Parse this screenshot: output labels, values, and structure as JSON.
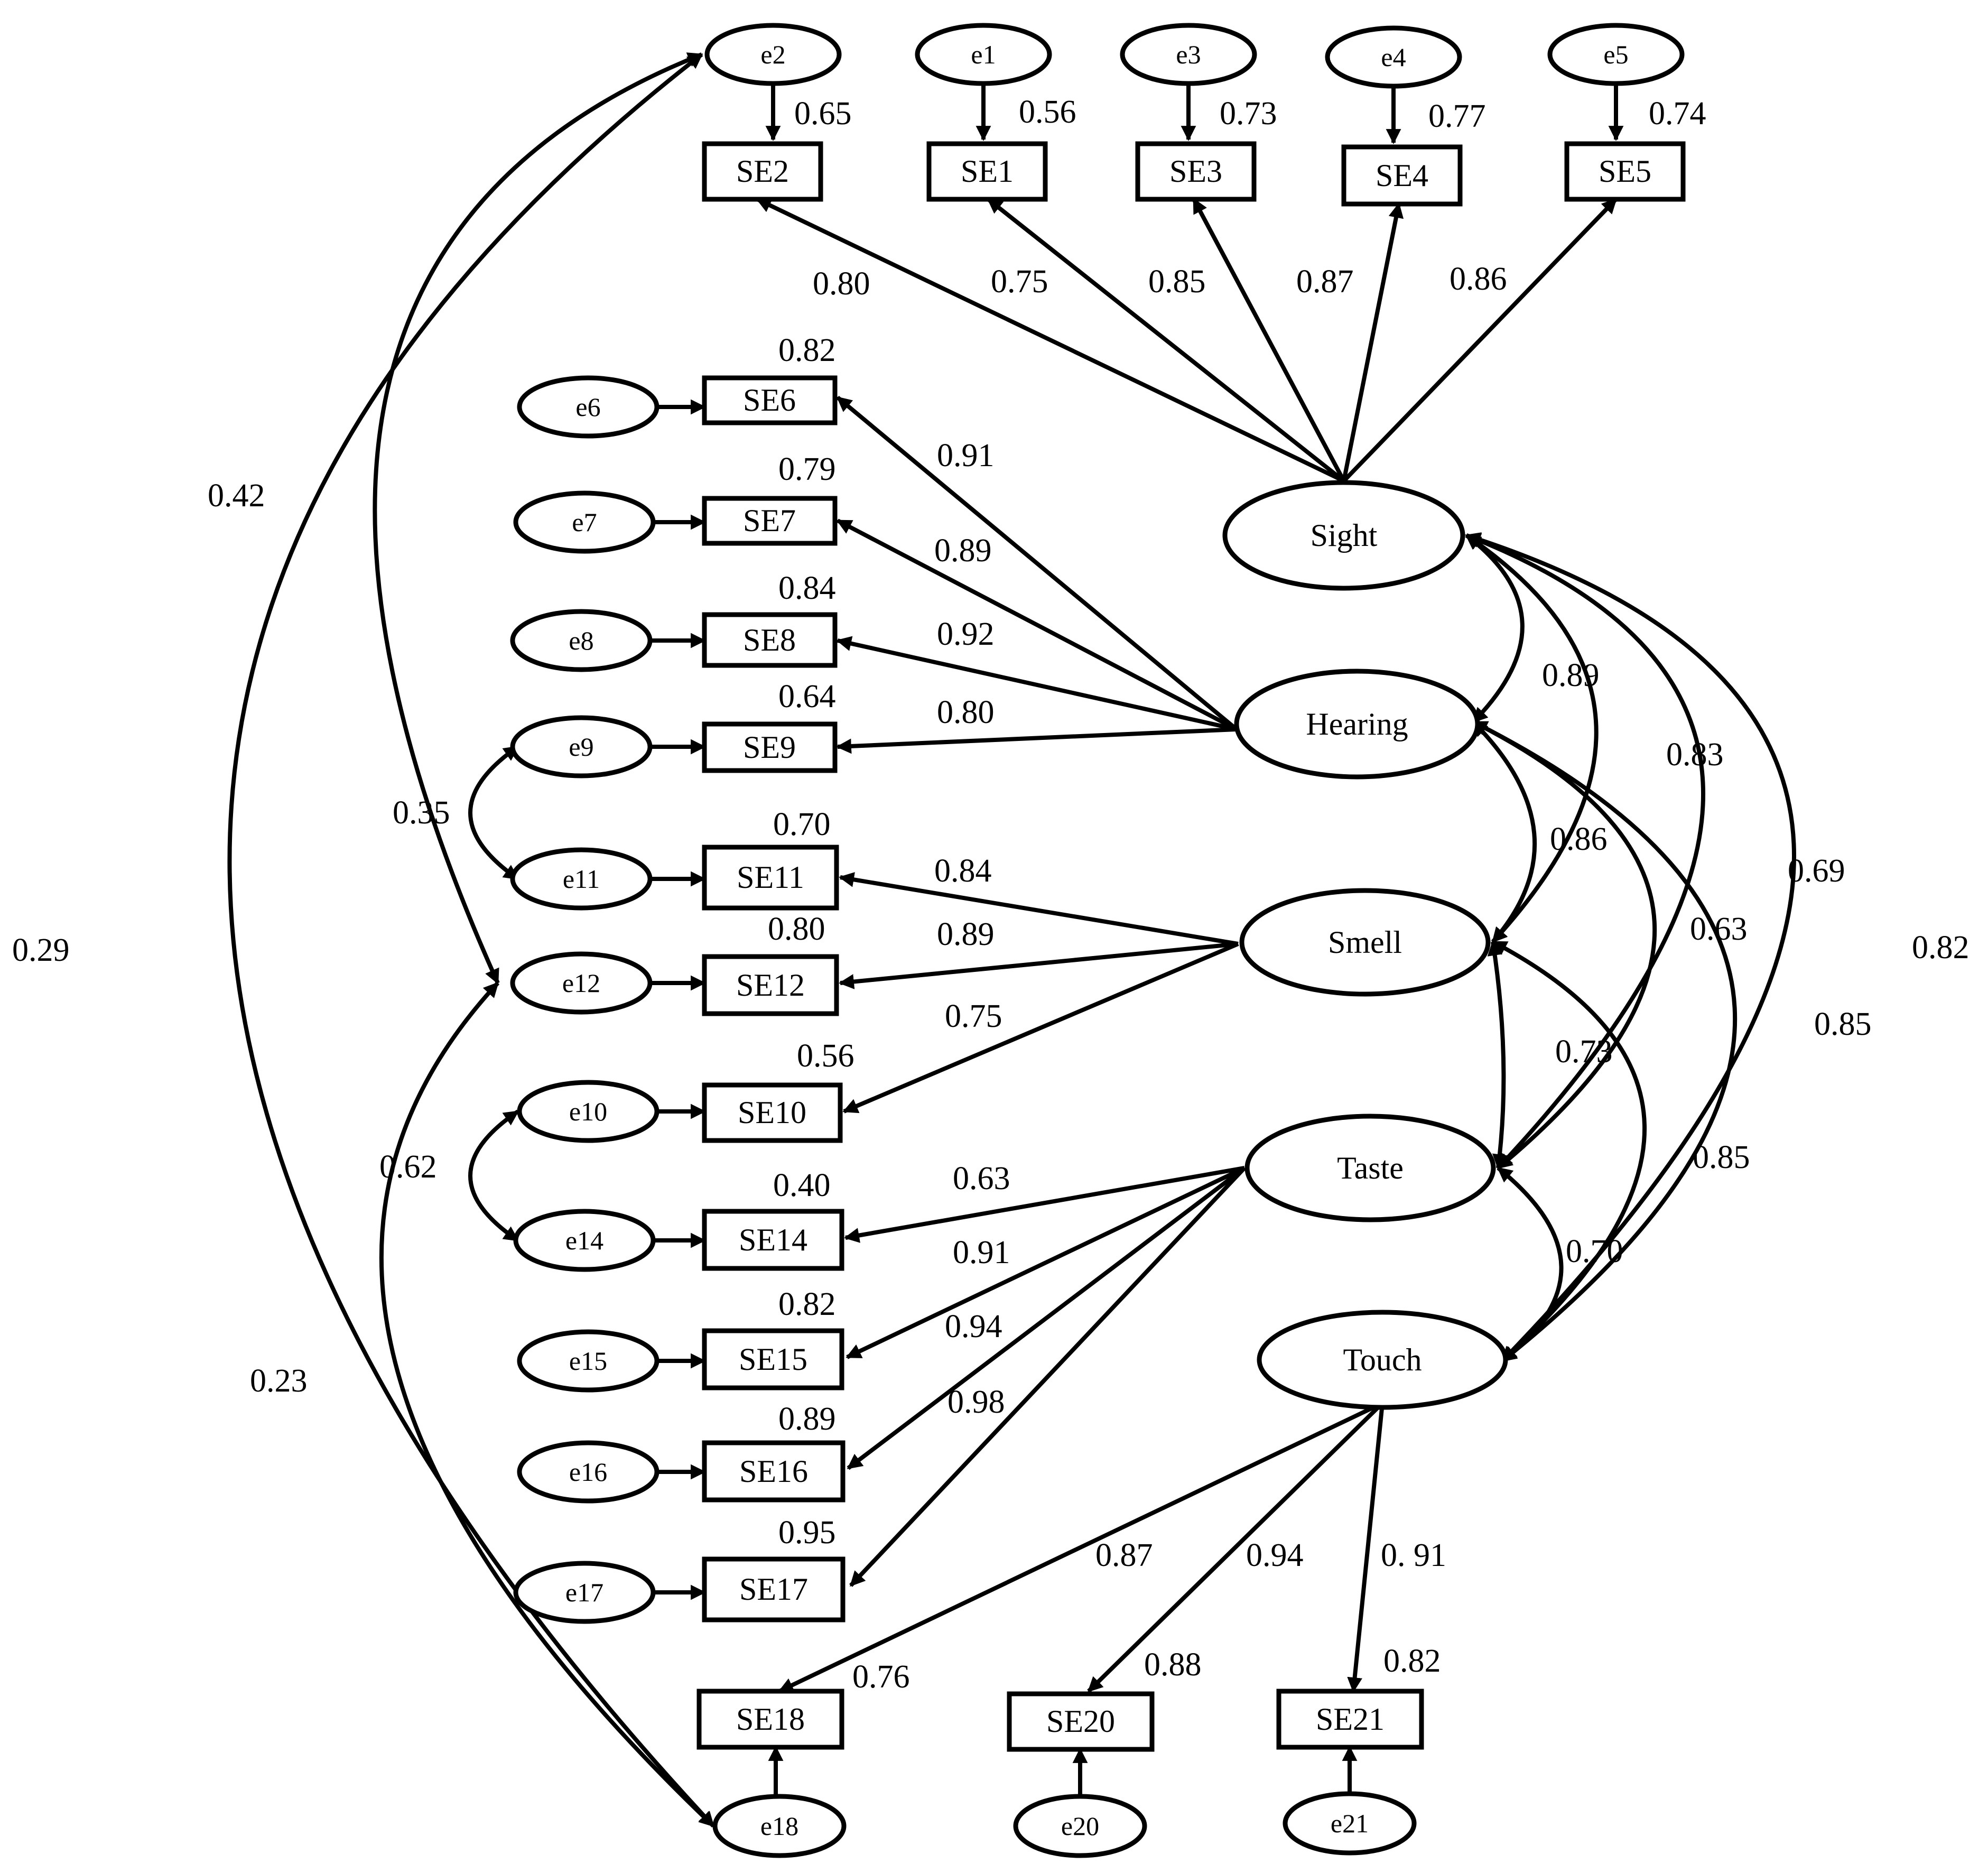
{
  "latent": {
    "sight": "Sight",
    "hearing": "Hearing",
    "smell": "Smell",
    "taste": "Taste",
    "touch": "Touch"
  },
  "observed": {
    "se1": "SE1",
    "se2": "SE2",
    "se3": "SE3",
    "se4": "SE4",
    "se5": "SE5",
    "se6": "SE6",
    "se7": "SE7",
    "se8": "SE8",
    "se9": "SE9",
    "se10": "SE10",
    "se11": "SE11",
    "se12": "SE12",
    "se14": "SE14",
    "se15": "SE15",
    "se16": "SE16",
    "se17": "SE17",
    "se18": "SE18",
    "se20": "SE20",
    "se21": "SE21"
  },
  "errors": {
    "e1": "e1",
    "e2": "e2",
    "e3": "e3",
    "e4": "e4",
    "e5": "e5",
    "e6": "e6",
    "e7": "e7",
    "e8": "e8",
    "e9": "e9",
    "e10": "e10",
    "e11": "e11",
    "e12": "e12",
    "e14": "e14",
    "e15": "e15",
    "e16": "e16",
    "e17": "e17",
    "e18": "e18",
    "e20": "e20",
    "e21": "e21"
  },
  "r2": {
    "se1": "0.56",
    "se2": "0.65",
    "se3": "0.73",
    "se4": "0.77",
    "se5": "0.74",
    "se6": "0.82",
    "se7": "0.79",
    "se8": "0.84",
    "se9": "0.64",
    "se11": "0.70",
    "se12": "0.80",
    "se10": "0.56",
    "se14": "0.40",
    "se15": "0.82",
    "se16": "0.89",
    "se17": "0.95",
    "se18": "0.76",
    "se20": "0.88",
    "se21": "0.82"
  },
  "loadings": {
    "sight_se2": "0.80",
    "sight_se1": "0.75",
    "sight_se3": "0.85",
    "sight_se4": "0.87",
    "sight_se5": "0.86",
    "hearing_se6": "0.91",
    "hearing_se7": "0.89",
    "hearing_se8": "0.92",
    "hearing_se9": "0.80",
    "smell_se11": "0.84",
    "smell_se12": "0.89",
    "smell_se10": "0.75",
    "taste_se14": "0.63",
    "taste_se15": "0.91",
    "taste_se16": "0.94",
    "taste_se17": "0.98",
    "touch_se18": "0.87",
    "touch_se20": "0.94",
    "touch_se21": "0. 91"
  },
  "factor_correlations": {
    "sight_hearing": "0.89",
    "sight_smell": "0.83",
    "sight_taste": "0.69",
    "sight_touch": "0.82",
    "hearing_smell": "0.86",
    "hearing_taste": "0.63",
    "hearing_touch": "0.85",
    "smell_taste": "0.73",
    "smell_touch": "0.85",
    "taste_touch": "0.70"
  },
  "error_correlations": {
    "e2_e12": "0.42",
    "e2_e18": "0.29",
    "e9_e11": "0.35",
    "e10_e14": "0.62",
    "e12_e18": "0.23"
  }
}
